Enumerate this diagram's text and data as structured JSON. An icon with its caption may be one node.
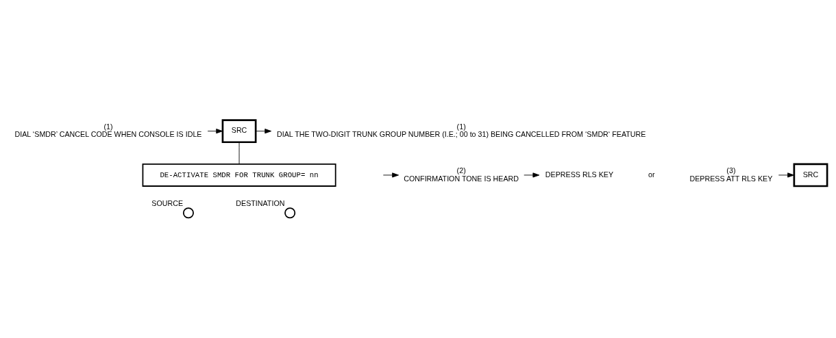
{
  "diagram": {
    "nodes": [
      {
        "text": [
          "(1)",
          "DIAL ‘SMDR’ CANCEL CODE WHEN CONSOLE IS IDLE"
        ]
      },
      {
        "text": [
          "SRC"
        ]
      },
      {
        "text": [
          "(1)",
          "DIAL THE TWO-DIGIT TRUNK GROUP NUMBER (I.E.; 00 to 31) BEING CANCELLED FROM ‘SMDR‘ FEATURE"
        ]
      },
      {
        "text": [
          "(2)",
          "CONFIRMATION TONE IS HEARD"
        ]
      },
      {
        "text": [
          "DEPRESS RLS KEY"
        ]
      },
      {
        "text": [
          "(3)",
          "DEPRESS ATT RLS KEY"
        ]
      },
      {
        "text": [
          "SRC"
        ]
      },
      {
        "text": [
          "DE-ACTIVATE SMDR FOR TRUNK GROUP= nn"
        ]
      },
      {
        "text": [],
        "shape": "circle",
        "beside": [
          "SOURCE"
        ]
      },
      {
        "text": [],
        "shape": "circle",
        "beside": [
          "DESTINATION"
        ]
      }
    ],
    "edges": [
      {
        "from": 0,
        "to": 1,
        "arrow": "to"
      },
      {
        "from": 1,
        "to": 2,
        "arrow": "to"
      },
      {
        "from": null,
        "to": 3,
        "arrow": "to"
      },
      {
        "from": 3,
        "to": 4,
        "arrow": "to"
      },
      {
        "from": 5,
        "to": 6,
        "arrow": "to"
      },
      {
        "from": 1,
        "to": 7,
        "arrow": "none"
      }
    ],
    "labels": [
      "or"
    ]
  }
}
